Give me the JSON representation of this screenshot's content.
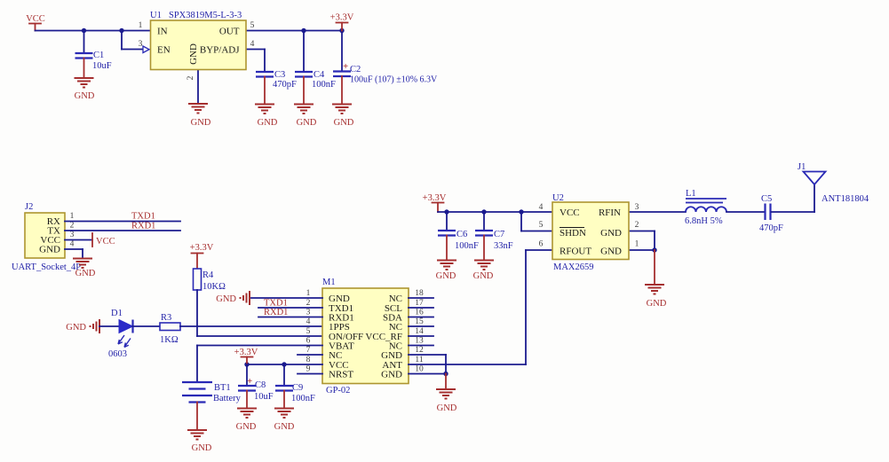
{
  "nets": {
    "gnd": "GND",
    "vcc": "VCC",
    "p33": "+3.3V",
    "txd1": "TXD1",
    "rxd1": "RXD1",
    "plus": "+"
  },
  "regulator": {
    "u1": {
      "ref": "U1",
      "part": "SPX3819M5-L-3-3",
      "in": {
        "n": "1",
        "name": "IN"
      },
      "en": {
        "n": "3",
        "name": "EN"
      },
      "gnd": {
        "n": "2",
        "name": "GND"
      },
      "out": {
        "n": "5",
        "name": "OUT"
      },
      "byp": {
        "n": "4",
        "name": "BYP/ADJ"
      }
    },
    "c1": {
      "ref": "C1",
      "val": "10uF"
    },
    "c3": {
      "ref": "C3",
      "val": "470pF"
    },
    "c4": {
      "ref": "C4",
      "val": "100nF"
    },
    "c2": {
      "ref": "C2",
      "val": "100uF (107) ±10% 6.3V"
    }
  },
  "uart": {
    "j2": {
      "ref": "J2",
      "part": "UART_Socket_4P",
      "pins": [
        {
          "n": "1",
          "name": "RX"
        },
        {
          "n": "2",
          "name": "TX"
        },
        {
          "n": "3",
          "name": "VCC"
        },
        {
          "n": "4",
          "name": "GND"
        }
      ]
    }
  },
  "led": {
    "d1": {
      "ref": "D1",
      "val": "0603"
    },
    "r3": {
      "ref": "R3",
      "val": "1KΩ"
    }
  },
  "pullup": {
    "r4": {
      "ref": "R4",
      "val": "10KΩ"
    }
  },
  "gps": {
    "m1": {
      "ref": "M1",
      "part": "GP-02",
      "left": [
        {
          "n": "1",
          "name": "GND"
        },
        {
          "n": "2",
          "name": "TXD1"
        },
        {
          "n": "3",
          "name": "RXD1"
        },
        {
          "n": "4",
          "name": "1PPS"
        },
        {
          "n": "5",
          "name": "ON/OFF"
        },
        {
          "n": "6",
          "name": "VBAT"
        },
        {
          "n": "7",
          "name": "NC"
        },
        {
          "n": "8",
          "name": "VCC"
        },
        {
          "n": "9",
          "name": "NRST"
        }
      ],
      "right": [
        {
          "n": "18",
          "name": "NC"
        },
        {
          "n": "17",
          "name": "SCL"
        },
        {
          "n": "16",
          "name": "SDA"
        },
        {
          "n": "15",
          "name": "NC"
        },
        {
          "n": "14",
          "name": "VCC_RF"
        },
        {
          "n": "13",
          "name": "NC"
        },
        {
          "n": "12",
          "name": "GND"
        },
        {
          "n": "11",
          "name": "ANT"
        },
        {
          "n": "10",
          "name": "GND"
        }
      ]
    }
  },
  "battery": {
    "bt1": {
      "ref": "BT1",
      "val": "Battery"
    },
    "c8": {
      "ref": "C8",
      "val": "10uF"
    },
    "c9": {
      "ref": "C9",
      "val": "100nF"
    }
  },
  "lna": {
    "u2": {
      "ref": "U2",
      "part": "MAX2659",
      "left": [
        {
          "n": "4",
          "name": "VCC"
        },
        {
          "n": "5",
          "name": "SHDN"
        },
        {
          "n": "6",
          "name": "RFOUT"
        }
      ],
      "right": [
        {
          "n": "3",
          "name": "RFIN"
        },
        {
          "n": "2",
          "name": "GND"
        },
        {
          "n": "1",
          "name": "GND"
        }
      ]
    },
    "c6": {
      "ref": "C6",
      "val": "100nF"
    },
    "c7": {
      "ref": "C7",
      "val": "33nF"
    }
  },
  "rf": {
    "l1": {
      "ref": "L1",
      "val": "6.8nH 5%"
    },
    "c5": {
      "ref": "C5",
      "val": "470pF"
    },
    "j1": {
      "ref": "J1",
      "part": "ANT181804"
    }
  },
  "colors": {
    "wire": "#1b1b8f",
    "power_red": "#a52f2f",
    "label_blue": "#2323a8",
    "part_fill": "#fffec2",
    "part_border": "#ad9530"
  }
}
